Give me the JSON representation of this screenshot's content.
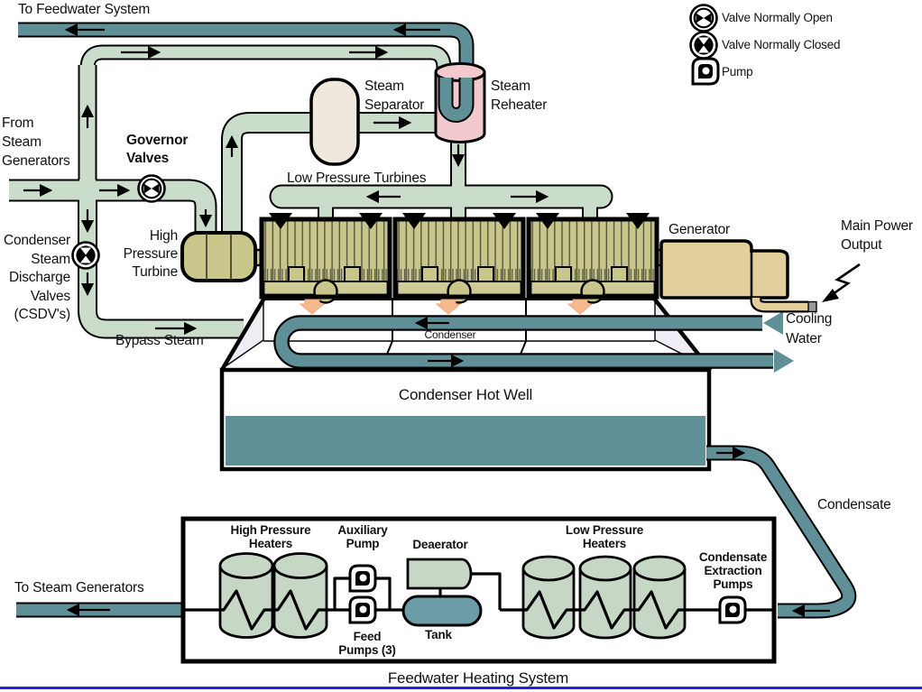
{
  "legend": {
    "valve_open": "Valve Normally Open",
    "valve_closed": "Valve Normally Closed",
    "pump": "Pump"
  },
  "labels": {
    "to_feedwater_system": "To Feedwater System",
    "from_steam_generators": [
      "From",
      "Steam",
      "Generators"
    ],
    "governor_valves": [
      "Governor",
      "Valves"
    ],
    "csdv": [
      "Condenser",
      "Steam",
      "Discharge",
      "Valves",
      "(CSDV's)"
    ],
    "hp_turbine": [
      "High",
      "Pressure",
      "Turbine"
    ],
    "bypass_steam": "Bypass Steam",
    "steam_separator": [
      "Steam",
      "Separator"
    ],
    "steam_reheater": [
      "Steam",
      "Reheater"
    ],
    "lp_turbines": "Low Pressure Turbines",
    "generator": "Generator",
    "main_power_output": [
      "Main Power",
      "Output"
    ],
    "cooling_water": [
      "Cooling",
      "Water"
    ],
    "condenser": "Condenser",
    "condenser_hot_well": "Condenser Hot Well",
    "condensate": "Condensate",
    "to_steam_generators": "To Steam Generators",
    "feedwater_heating_system": "Feedwater Heating System",
    "hp_heaters": [
      "High Pressure",
      "Heaters"
    ],
    "auxiliary_pump": [
      "Auxiliary",
      "Pump"
    ],
    "deaerator": "Deaerator",
    "feed_pumps": [
      "Feed",
      "Pumps (3)"
    ],
    "tank": "Tank",
    "lp_heaters": [
      "Low Pressure",
      "Heaters"
    ],
    "cond_extraction_pumps": [
      "Condensate",
      "Extraction",
      "Pumps"
    ]
  },
  "colors": {
    "steam_pipe_green": "#CADCCA",
    "water_teal": "#5F9098",
    "turbine_khaki": "#C9C68C",
    "turbine_band": "#CFCB96",
    "generator_tan": "#E3CF9B",
    "reheater_pink": "#F2CACD",
    "separator_cream": "#EFE8DC",
    "heater_green": "#C6D7C6",
    "tank_teal": "#6C9CA5",
    "steam_down_arrow_orange": "#F6BA8E",
    "bottom_rule_blue": "#2323DC"
  }
}
